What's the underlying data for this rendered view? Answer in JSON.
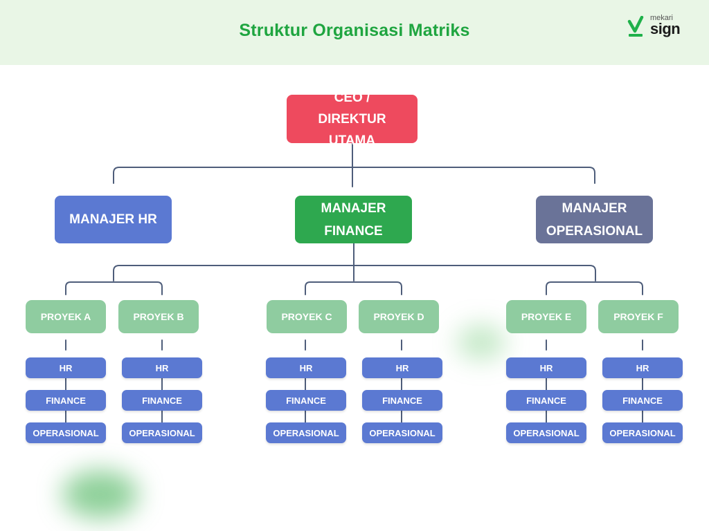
{
  "header": {
    "title": "Struktur Organisasi Matriks"
  },
  "logo": {
    "small": "mekari",
    "big": "sign"
  },
  "colors": {
    "title_green": "#1fa540",
    "ceo": "#ee4a5e",
    "manager_hr": "#5b79d2",
    "manager_finance": "#2ea84f",
    "manager_operasional": "#6a7398",
    "project": "#8fcca0",
    "sub_unit": "#5b79d2",
    "connector": "#4e5d7a"
  },
  "chart": {
    "root": "CEO / DIREKTUR UTAMA",
    "managers": [
      "MANAJER HR",
      "MANAJER FINANCE",
      "MANAJER OPERASIONAL"
    ],
    "projects": [
      {
        "name": "PROYEK A",
        "units": [
          "HR",
          "FINANCE",
          "OPERASIONAL"
        ]
      },
      {
        "name": "PROYEK B",
        "units": [
          "HR",
          "FINANCE",
          "OPERASIONAL"
        ]
      },
      {
        "name": "PROYEK C",
        "units": [
          "HR",
          "FINANCE",
          "OPERASIONAL"
        ]
      },
      {
        "name": "PROYEK D",
        "units": [
          "HR",
          "FINANCE",
          "OPERASIONAL"
        ]
      },
      {
        "name": "PROYEK E",
        "units": [
          "HR",
          "FINANCE",
          "OPERASIONAL"
        ]
      },
      {
        "name": "PROYEK F",
        "units": [
          "HR",
          "FINANCE",
          "OPERASIONAL"
        ]
      }
    ]
  }
}
